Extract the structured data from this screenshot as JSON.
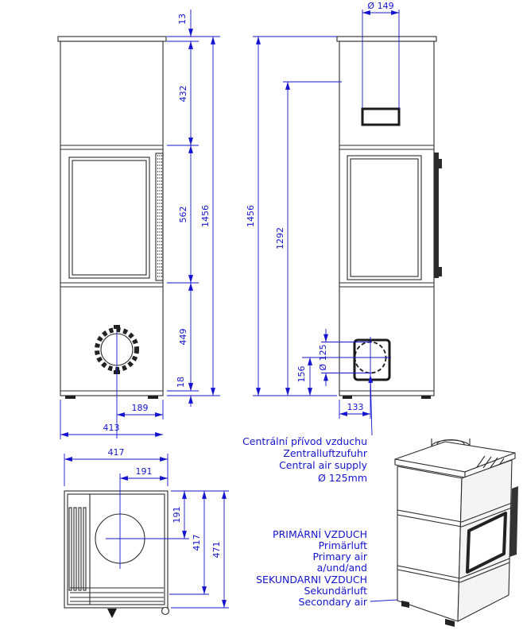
{
  "colors": {
    "dimension_blue": "#1414cf",
    "drawing_line": "#2b2b2b"
  },
  "front_view": {
    "dim_13": "13",
    "dim_432": "432",
    "dim_562": "562",
    "dim_1456": "1456",
    "dim_449": "449",
    "dim_18": "18",
    "dim_189": "189",
    "dim_413": "413"
  },
  "side_view": {
    "dim_149": "Ø 149",
    "dim_1456": "1456",
    "dim_1292": "1292",
    "dim_125": "Ø 125",
    "dim_156": "156",
    "dim_133": "133"
  },
  "plan_view": {
    "dim_417_top": "417",
    "dim_191_top": "191",
    "dim_191_right": "191",
    "dim_417_right": "417",
    "dim_471_right": "471"
  },
  "central_air_label": {
    "cs": "Centrální přívod vzduchu",
    "de": "Zentralluftzufuhr",
    "en": "Central air supply",
    "diameter": "Ø 125mm"
  },
  "air_supply_label": {
    "primary_cs": "PRIMÁRNÍ VZDUCH",
    "primary_de": "Primärluft",
    "primary_en": "Primary air",
    "conjunction": "a/und/and",
    "secondary_cs": "SEKUNDARNI VZDUCH",
    "secondary_de": "Sekundärluft",
    "secondary_en": "Secondary air"
  }
}
